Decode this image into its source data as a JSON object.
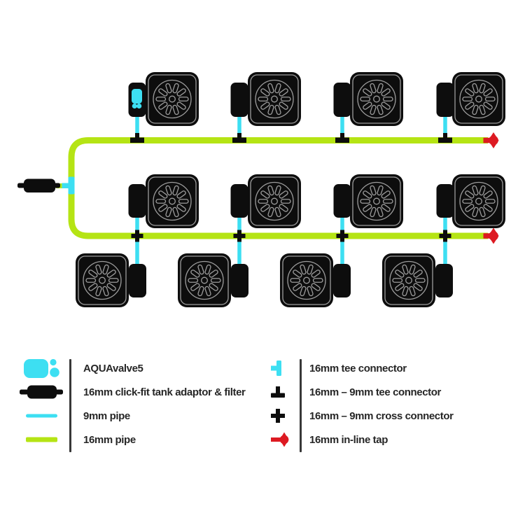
{
  "colors": {
    "pipe_16mm": "#b5e414",
    "pipe_9mm": "#3ddff2",
    "tap_red": "#dd1a22",
    "ink_black": "#0d0d0d",
    "pot_outline_gray": "#9c9c9c",
    "legend_text": "#262626",
    "divider_gray": "#383838",
    "background": "#ffffff"
  },
  "diagram": {
    "rows": 3,
    "pots_per_row": 4,
    "total_pots": 12,
    "inline_taps": 2
  },
  "legend": {
    "left": [
      {
        "icon": "aquavalve-icon",
        "label": "AQUAvalve5"
      },
      {
        "icon": "tank-adaptor-icon",
        "label": "16mm click-fit tank adaptor & filter"
      },
      {
        "icon": "pipe-9mm-icon",
        "label": "9mm pipe"
      },
      {
        "icon": "pipe-16mm-icon",
        "label": "16mm pipe"
      }
    ],
    "right": [
      {
        "icon": "tee-16mm-icon",
        "label": "16mm tee connector"
      },
      {
        "icon": "tee-16-9mm-icon",
        "label": "16mm – 9mm tee connector"
      },
      {
        "icon": "cross-16-9mm-icon",
        "label": "16mm – 9mm cross connector"
      },
      {
        "icon": "inline-tap-icon",
        "label": "16mm in-line tap"
      }
    ]
  }
}
